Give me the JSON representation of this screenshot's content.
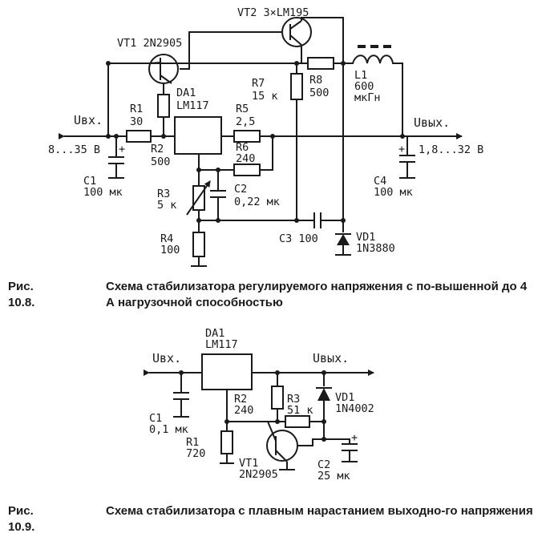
{
  "fig1": {
    "caption_num": "Рис. 10.8.",
    "caption_text": "Схема стабилизатора регулируемого напряжения с по-вышенной до 4 А нагрузочной способностью",
    "labels": {
      "vt2": "VT2 3×LM195",
      "vt1": "VT1 2N2905",
      "da1_a": "DA1",
      "da1_b": "LM117",
      "r1_a": "R1",
      "r1_b": "30",
      "r2_a": "R2",
      "r2_b": "500",
      "r5_a": "R5",
      "r5_b": "2,5",
      "r6_a": "R6",
      "r6_b": "240",
      "r7_a": "R7",
      "r7_b": "15 к",
      "r8_a": "R8",
      "r8_b": "500",
      "l1_a": "L1",
      "l1_b": "600",
      "l1_c": "мкГн",
      "uin": "Uвх.",
      "uin_range": "8...35 В",
      "uout": "Uвых.",
      "uout_range": "1,8...32 В",
      "c1_a": "C1",
      "c1_b": "100 мк",
      "c2_a": "C2",
      "c2_b": "0,22 мк",
      "c3": "C3 100",
      "c4_a": "C4",
      "c4_b": "100 мк",
      "r3_a": "R3",
      "r3_b": "5 к",
      "r4_a": "R4",
      "r4_b": "100",
      "vd1_a": "VD1",
      "vd1_b": "1N3880",
      "plus": "+",
      "minus": "−"
    }
  },
  "fig2": {
    "caption_num": "Рис. 10.9.",
    "caption_text": "Схема стабилизатора с плавным нарастанием выходно-го напряжения",
    "labels": {
      "da1_a": "DA1",
      "da1_b": "LM117",
      "uin": "Uвх.",
      "uout": "Uвых.",
      "r2_a": "R2",
      "r2_b": "240",
      "r3_a": "R3",
      "r3_b": "51 к",
      "vd1_a": "VD1",
      "vd1_b": "1N4002",
      "c1_a": "C1",
      "c1_b": "0,1 мк",
      "r1_a": "R1",
      "r1_b": "720",
      "vt1_a": "VT1",
      "vt1_b": "2N2905",
      "c2_a": "C2",
      "c2_b": "25 мк",
      "plus": "+",
      "minus": "−"
    }
  }
}
